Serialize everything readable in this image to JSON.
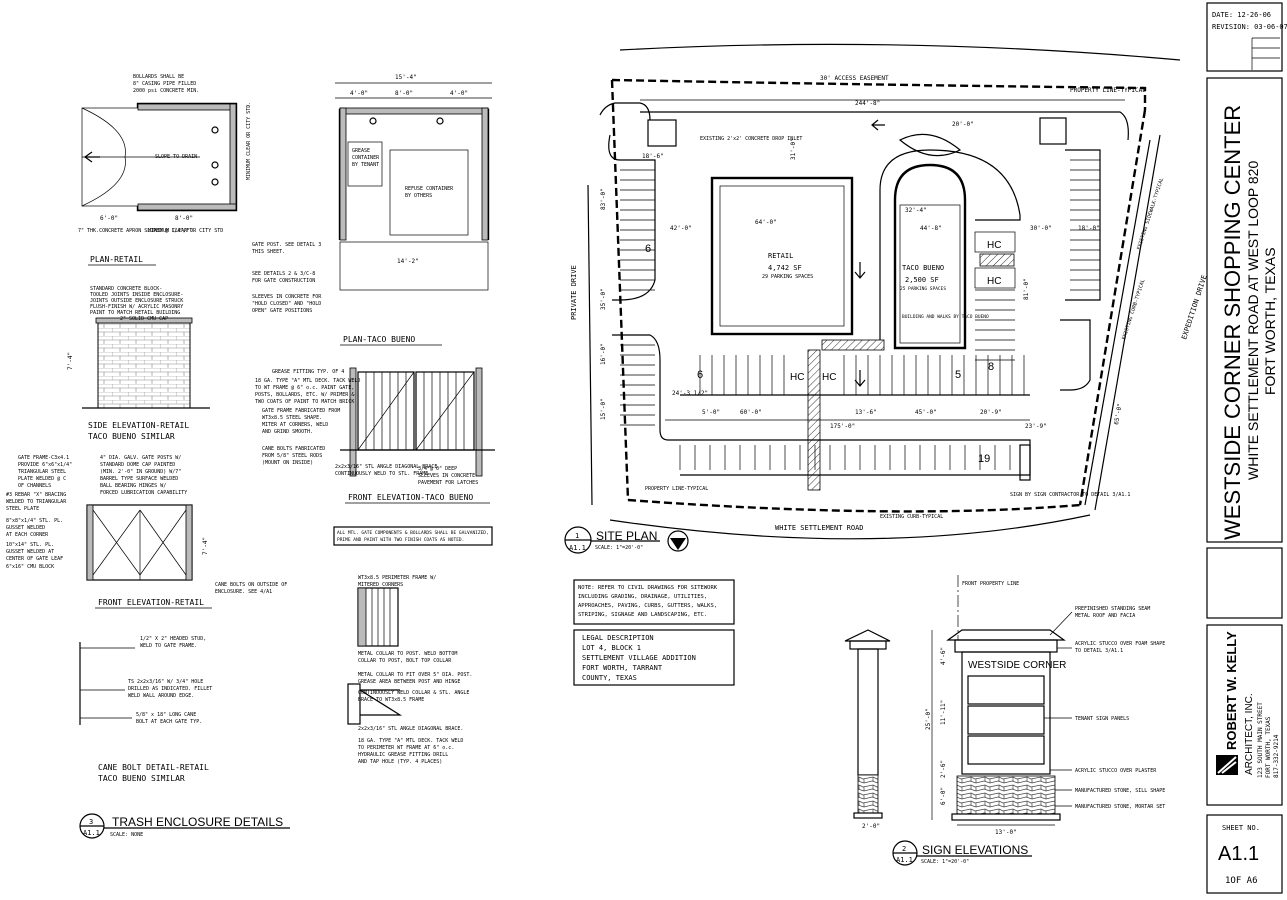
{
  "title_block": {
    "date": "DATE: 12-26-06",
    "revision": "REVISION: 03-06-07",
    "project_name": "WESTSIDE CORNER SHOPPING CENTER",
    "project_location": "WHITE SETTLEMENT ROAD AT WEST LOOP 820",
    "project_city": "FORT WORTH, TEXAS",
    "firm_name": "ROBERT W. KELLY",
    "firm_type": "ARCHITECT, INC.",
    "firm_address": "123 SOUTH MAIN STREET",
    "firm_city": "FORT WORTH, TEXAS",
    "firm_phone": "817-332-9214",
    "sheet_label": "SHEET NO.",
    "sheet_number": "A1.1",
    "sheet_count": "1OF A6"
  },
  "site_plan": {
    "access_easement": "30' ACCESS EASEMENT",
    "property_line_top": "PROPERTY LINE-TYPICAL",
    "property_line_bottom": "PROPERTY LINE-TYPICAL",
    "existing_curb": "EXISTING CURB-TYPICAL",
    "drop_inlet": "EXISTING 2'x2' CONCRETE DROP INLET",
    "sidewalk": "EXISTING SIDEWALK-TYPICAL",
    "curb_right": "EXISTING CURB-TYPICAL",
    "road_bottom": "WHITE SETTLEMENT ROAD",
    "road_left": "PRIVATE DRIVE",
    "road_right": "EXPEDITION DRIVE",
    "retail_name": "RETAIL",
    "retail_area": "4,742 SF",
    "retail_parking": "29 PARKING SPACES",
    "taco_name": "TACO BUENO",
    "taco_area": "2,500 SF",
    "taco_parking": "25 PARKING SPACES",
    "taco_note": "BUILDING AND WALKS BY TACO BUENO",
    "sign_note": "SIGN BY SIGN CONTRACTOR TO DETAIL 3/A1.1",
    "hc": "HC",
    "stall_counts": [
      "6",
      "6",
      "5",
      "8",
      "19"
    ],
    "dims": {
      "d244": "244'-8\"",
      "d175": "175'-0\"",
      "d64": "64'-0\"",
      "d44": "44'-8\"",
      "d42": "42'-0\"",
      "d30": "30'-0\"",
      "d18a": "18'-0\"",
      "d18b": "18'-6\"",
      "d20": "20'-0\"",
      "d24": "24'-3 1/2\"",
      "d32": "32'-4\"",
      "d13": "13'-6\"",
      "d45": "45'-0\"",
      "d209": "20'-9\"",
      "d23": "23'-9\"",
      "d5": "5'-0\"",
      "d60": "60'-0\"",
      "d31": "31'-0\"",
      "d83": "83'-0\"",
      "d81": "81'-0\"",
      "d35": "35'-0\"",
      "d15": "15'-0\"",
      "d16": "16'-0\"",
      "d65": "65'-0\""
    },
    "detail_number": "1",
    "detail_sheet": "A1.1",
    "detail_title": "SITE PLAN",
    "detail_scale": "SCALE: 1\"=20'-0\""
  },
  "notes": {
    "civil": [
      "NOTE: REFER TO CIVIL DRAWINGS FOR SITEWORK",
      "INCLUDING GRADING, DRAINAGE, UTILITIES,",
      "APPROACHES, PAVING, CURBS, GUTTERS, WALKS,",
      "STRIPING, SIGNAGE AND LANDSCAPING, ETC."
    ],
    "legal": [
      "LEGAL DESCRIPTION",
      "LOT 4, BLOCK 1",
      "SETTLEMENT VILLAGE ADDITION",
      "FORT WORTH, TARRANT",
      "COUNTY, TEXAS"
    ],
    "galvanized": [
      "ALL MTL. GATE COMPONENTS & BOLLARDS SHALL BE GALVANIZED,",
      "PRIME AND PAINT WITH TWO FINISH COATS AS NOTED."
    ]
  },
  "trash": {
    "plan_retail_title": "PLAN-RETAIL",
    "bollards": [
      "BOLLARDS SHALL BE",
      "8\" CASING PIPE FILLED",
      "2000 psi CONCRETE MIN."
    ],
    "slope": "SLOPE TO DRAIN",
    "min_clear": "MINIMUM CLEAR OR CITY STD.",
    "apron": "7\" THK.CONCRETE APRON SLOPED @ 1/4\"/FT.",
    "d6": "6'-0\"",
    "d8": "8'-0\"",
    "min_clear2": "MINIMUM CLEAR OR CITY STD",
    "plan_taco_title": "PLAN-TACO BUENO",
    "d154": "15'-4\"",
    "d4a": "4'-0\"",
    "d8b": "8'-0\"",
    "d4b": "4'-0\"",
    "d142": "14'-2\"",
    "grease": [
      "GREASE",
      "CONTAINER",
      "BY TENANT"
    ],
    "refuse": [
      "REFUSE CONTAINER",
      "BY OTHERS"
    ],
    "gate_post": [
      "GATE POST. SEE DETAIL 3",
      "THIS SHEET."
    ],
    "see_details": [
      "SEE DETAILS 2 & 3/C-8",
      "FOR GATE CONSTRUCTION"
    ],
    "sleeves": [
      "SLEEVES IN CONCRETE FOR",
      "\"HOLD CLOSED\" AND \"HOLD",
      "OPEN\" GATE POSITIONS"
    ],
    "side_elev_title": [
      "SIDE ELEVATION-RETAIL",
      "TACO BUENO SIMILAR"
    ],
    "block_note": [
      "STANDARD CONCRETE BLOCK-",
      "TOOLED JOINTS INSIDE ENCLOSURE-",
      "JOINTS OUTSIDE ENCLOSURE STRUCK",
      "FLUSH-FINISH W/ ACRYLIC MASONRY",
      "PAINT TO MATCH RETAIL BUILDING"
    ],
    "cmu_cap": "2\" SOLID CMU CAP",
    "d7": "7'-4\"",
    "front_retail_title": "FRONT ELEVATION-RETAIL",
    "gate_frame": [
      "GATE FRAME-C3x4.1",
      "PROVIDE 6\"x6\"x1/4\"",
      "TRIANGULAR STEEL",
      "PLATE WELDED @ C",
      "OF CHANNELS"
    ],
    "galv_posts": [
      "4\" DIA. GALV. GATE POSTS W/",
      "STANDARD DOME CAP PAINTED",
      "(MIN. 2'-0\" IN GROUND) W/7\"",
      "BARREL TYPE SURFACE WELDED",
      "BALL BEARING HINGES W/",
      "FORCED LUBRICATION CAPABILITY"
    ],
    "rebar": [
      "#3 REBAR \"X\" BRACING",
      "WELDED TO TRIANGULAR",
      "STEEL PLATE"
    ],
    "gusset1": [
      "8\"x8\"x1/4\" STL. PL.",
      "GUSSET WELDED",
      "AT EACH CORNER"
    ],
    "gusset2": [
      "10\"x14\" STL. PL.",
      "GUSSET WELDED AT",
      "CENTER OF GATE LEAF"
    ],
    "cmu": "6\"x16\" CMU BLOCK",
    "cane_bolts": [
      "CANE BOLTS ON OUTSIDE OF",
      "ENCLOSURE. SEE 4/A1"
    ],
    "front_taco_title": "FRONT ELEVATION-TACO BUENO",
    "grease_fit": "GREASE FITTING TYP. OF 4",
    "deck18": [
      "18 GA. TYPE \"A\" MTL DECK. TACK WELD",
      "TO WT FRAME @ 6\" o.c. PAINT GATE,",
      "POSTS, BOLLARDS, ETC. W/ PRIMER &",
      "TWO COATS OF PAINT TO MATCH BRICK"
    ],
    "gate_frame2": [
      "GATE FRAME FABRICATED FROM",
      "WT3x8.5 STEEL SHAPE.",
      "MITER AT CORNERS, WELD",
      "AND GRIND SMOOTH."
    ],
    "cane_fab": [
      "CANE BOLTS FABRICATED",
      "FROM 5/8\" STEEL RODS",
      "(MOUNT ON INSIDE)"
    ],
    "deep": [
      "3/4\"@ 6\" DEEP",
      "SLEEVES IN CONCRETE",
      "PAVEMENT FOR LATCHES"
    ],
    "angle": [
      "2x2x3/16\" STL ANGLE DIAGONAL BRACE.",
      "CONTINUOUSLY WELD TO STL. FRAME"
    ],
    "cane_detail_title": [
      "CANE BOLT DETAIL-RETAIL",
      "TACO BUENO SIMILAR"
    ],
    "stud": [
      "1/2\" X 2\" HEADED STUD,",
      "WELD TO GATE FRAME."
    ],
    "ts": [
      "TS 2x2x3/16\" W/ 3/4\" HOLE",
      "DRILLED AS INDICATED. FILLET",
      "WELD WALL AROUND EDGE."
    ],
    "cane_bolt": [
      "5/8\" x 18\" LONG CANE",
      "BOLT AT EACH GATE TYP."
    ],
    "wt_frame": [
      "WT3x8.5 PERIMETER FRAME W/",
      "MITERED CORNERS"
    ],
    "collar": [
      "METAL COLLAR TO POST. WELD BOTTOM",
      "COLLAR TO POST, BOLT TOP COLLAR"
    ],
    "collar2": [
      "METAL COLLAR TO FIT OVER 5\" DIA. POST.",
      "GREASE AREA BETWEEN POST AND HINGE"
    ],
    "weld_collar": [
      "CONTINUOUSLY WELD COLLAR & STL. ANGLE",
      "BRACE TO WT3x8.5 FRAME"
    ],
    "angle2": "2x2x3/16\" STL ANGLE DIAGONAL BRACE.",
    "deck18b": [
      "18 GA. TYPE \"A\" MTL DECK. TACK WELD",
      "TO PERIMETER WT FRAME AT 6\" o.c.",
      "HYDRAULIC GREASE FITTING DRILL",
      "AND TAP HOLE (TYP. 4 PLACES)"
    ],
    "detail_number": "3",
    "detail_sheet": "A1.1",
    "detail_title": "TRASH ENCLOSURE DETAILS",
    "detail_scale": "SCALE: NONE"
  },
  "sign": {
    "front_prop": "FRONT PROPERTY LINE",
    "roof": [
      "PREFINISHED STANDING SEAM",
      "METAL ROOF AND FACIA"
    ],
    "stucco_foam": [
      "ACRYLIC STUCCO OVER FOAM SHAPE",
      "TO DETAIL 3/A1.1"
    ],
    "panels": "TENANT SIGN PANELS",
    "stucco_plaster": "ACRYLIC STUCCO OVER PLASTER",
    "stone_sill": "MANUFACTURED STONE, SILL SHAPE",
    "stone_mortar": "MANUFACTURED STONE, MORTAR SET",
    "sign_name": "WESTSIDE CORNER",
    "d25": "25'-0\"",
    "d11": "11'-11\"",
    "d4": "4'-6\"",
    "d2": "2'-6\"",
    "d6": "6'-0\"",
    "d13": "13'-0\"",
    "d2b": "2'-0\"",
    "detail_number": "2",
    "detail_sheet": "A1.1",
    "detail_title": "SIGN ELEVATIONS",
    "detail_scale": "SCALE: 1\"=20'-0\""
  }
}
